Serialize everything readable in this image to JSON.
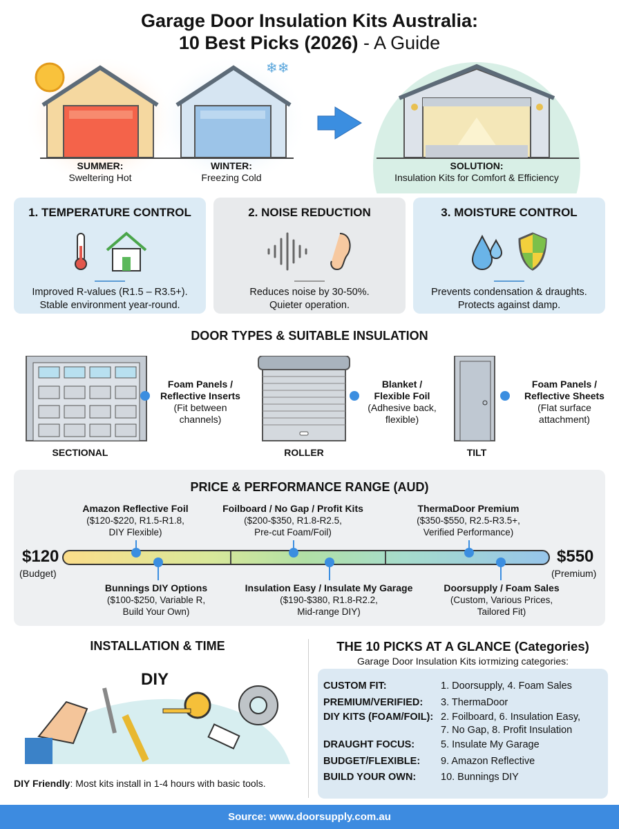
{
  "title": {
    "line1": "Garage Door Insulation Kits Australia:",
    "line2_bold": "10 Best Picks (2026)",
    "line2_light": " - A Guide"
  },
  "hero": {
    "summer": {
      "label": "SUMMER:",
      "text": "Sweltering Hot"
    },
    "winter": {
      "label": "WINTER:",
      "text": "Freezing Cold"
    },
    "solution": {
      "label": "SOLUTION:",
      "text": "Insulation Kits for Comfort & Efficiency"
    }
  },
  "benefits": [
    {
      "title": "1. TEMPERATURE CONTROL",
      "line1": "Improved R-values (R1.5 – R3.5+).",
      "line2": "Stable environment year-round.",
      "bg": "#dcebf5"
    },
    {
      "title": "2. NOISE REDUCTION",
      "line1": "Reduces noise by 30-50%.",
      "line2": "Quieter operation.",
      "bg": "#e8eaec"
    },
    {
      "title": "3. MOISTURE CONTROL",
      "line1": "Prevents condensation & draughts.",
      "line2": "Protects against damp.",
      "bg": "#dcebf5"
    }
  ],
  "door_types": {
    "title": "DOOR TYPES & SUITABLE INSULATION",
    "items": [
      {
        "name": "SECTIONAL",
        "insul1": "Foam Panels /",
        "insul2": "Reflective Inserts",
        "note1": "(Fit between",
        "note2": "channels)"
      },
      {
        "name": "ROLLER",
        "insul1": "Blanket /",
        "insul2": "Flexible Foil",
        "note1": "(Adhesive back,",
        "note2": "flexible)"
      },
      {
        "name": "TILT",
        "insul1": "Foam Panels /",
        "insul2": "Reflective Sheets",
        "note1": "(Flat surface",
        "note2": "attachment)"
      }
    ]
  },
  "price_range": {
    "title": "PRICE & PERFORMANCE RANGE (AUD)",
    "min": "$120",
    "min_label": "(Budget)",
    "max": "$550",
    "max_label": "(Premium)",
    "above": [
      {
        "name": "Amazon Reflective Foil",
        "l1": "($120-$220, R1.5-R1.8,",
        "l2": "DIY Flexible)"
      },
      {
        "name": "Foilboard / No Gap / Profit Kits",
        "l1": "($200-$350, R1.8-R2.5,",
        "l2": "Pre-cut Foam/Foil)"
      },
      {
        "name": "ThermaDoor Premium",
        "l1": "($350-$550, R2.5-R3.5+,",
        "l2": "Verified Performance)"
      }
    ],
    "below": [
      {
        "name": "Bunnings DIY Options",
        "l1": "($100-$250, Variable R,",
        "l2": "Build Your Own)"
      },
      {
        "name": "Insulation Easy / Insulate My Garage",
        "l1": "($190-$380, R1.8-R2.2,",
        "l2": "Mid-range DIY)"
      },
      {
        "name": "Doorsupply / Foam Sales",
        "l1": "(Custom, Various Prices,",
        "l2": "Tailored Fit)"
      }
    ]
  },
  "installation": {
    "title": "INSTALLATION & TIME",
    "badge": "DIY",
    "note_bold": "DIY Friendly",
    "note": ": Most kits install in 1-4 hours with basic tools."
  },
  "picks": {
    "title": "THE 10 PICKS AT A GLANCE (Categories)",
    "subtitle": "Garage Door Insulation Kits ioтmizing categories:",
    "rows": [
      {
        "k": "CUSTOM FIT:",
        "v": "1. Doorsupply, 4. Foam Sales"
      },
      {
        "k": "PREMIUM/VERIFIED:",
        "v": "3. ThermaDoor"
      },
      {
        "k": "DIY KITS (FOAM/FOIL):",
        "v": "2. Foilboard, 6. Insulation Easy,"
      },
      {
        "k": "",
        "v": "7. No Gap, 8. Profit Insulation"
      },
      {
        "k": "DRAUGHT FOCUS:",
        "v": "5. Insulate My Garage"
      },
      {
        "k": "BUDGET/FLEXIBLE:",
        "v": "9. Amazon Reflective"
      },
      {
        "k": "BUILD YOUR OWN:",
        "v": "10. Bunnings DIY"
      }
    ]
  },
  "footer": {
    "source": "Source: www.doorsupply.com.au"
  }
}
